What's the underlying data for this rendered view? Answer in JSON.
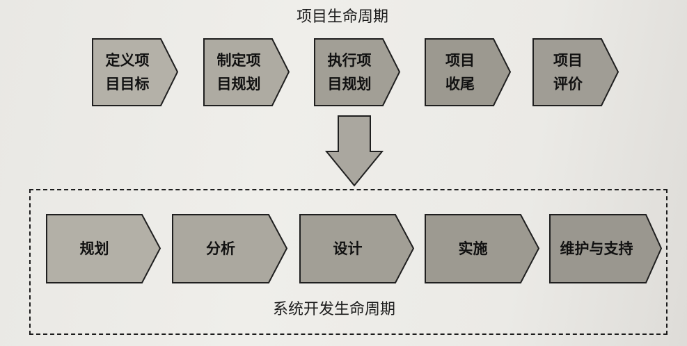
{
  "project_lifecycle": {
    "title": "项目生命周期",
    "steps": [
      {
        "label": "定义项\n目目标",
        "shade": "#b4b1a8"
      },
      {
        "label": "制定项\n目规划",
        "shade": "#aeaba2"
      },
      {
        "label": "执行项\n目规划",
        "shade": "#a29f96"
      },
      {
        "label": "项目\n收尾",
        "shade": "#9c9990"
      },
      {
        "label": "项目\n评价",
        "shade": "#a09d95"
      }
    ]
  },
  "system_dev_lifecycle": {
    "title": "系统开发生命周期",
    "steps": [
      {
        "label": "规划",
        "shade": "#b3b0a7"
      },
      {
        "label": "分析",
        "shade": "#aba89f"
      },
      {
        "label": "设计",
        "shade": "#a29f96"
      },
      {
        "label": "实施",
        "shade": "#9d9a91"
      },
      {
        "label": "维护与支持",
        "shade": "#9a978f"
      }
    ]
  },
  "colors": {
    "stroke": "#1f1f1f",
    "arrow_fill": "#aaa79f"
  }
}
